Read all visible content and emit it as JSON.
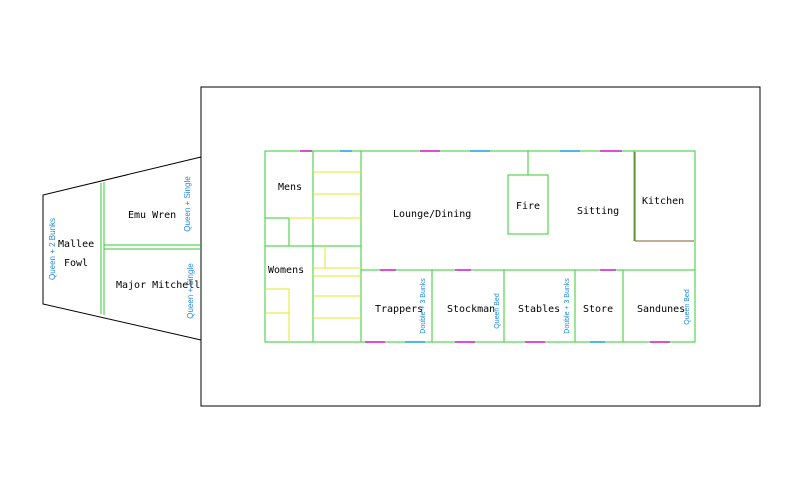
{
  "colors": {
    "outline": "#000000",
    "walls": "#33cc33",
    "stairs": "#e6e62e",
    "windows": "#d94fd9",
    "doors": "#4fb8e6",
    "kitchen_wall": "#8b5a2b",
    "bed_text": "#1e88e5"
  },
  "rooms": {
    "mens": "Mens",
    "womens": "Womens",
    "lounge": "Lounge/Dining",
    "fire": "Fire",
    "sitting": "Sitting",
    "kitchen": "Kitchen",
    "trappers": "Trappers",
    "stockman": "Stockman",
    "stables": "Stables",
    "store": "Store",
    "sandunes": "Sandunes",
    "emu_wren": "Emu Wren",
    "major_mitchell": "Major Mitchell",
    "mallee_line1": "Mallee",
    "mallee_line2": "Fowl"
  },
  "beds": {
    "mallee": "Queen + 2 Bunks",
    "emu_wren": "Queen + Single",
    "major_mitchell": "Queen + Single",
    "trappers": "Double + 3 Bunks",
    "stockman": "Queen Bed",
    "stables": "Double + 3 Bunks",
    "sandunes": "Queen Bed"
  }
}
